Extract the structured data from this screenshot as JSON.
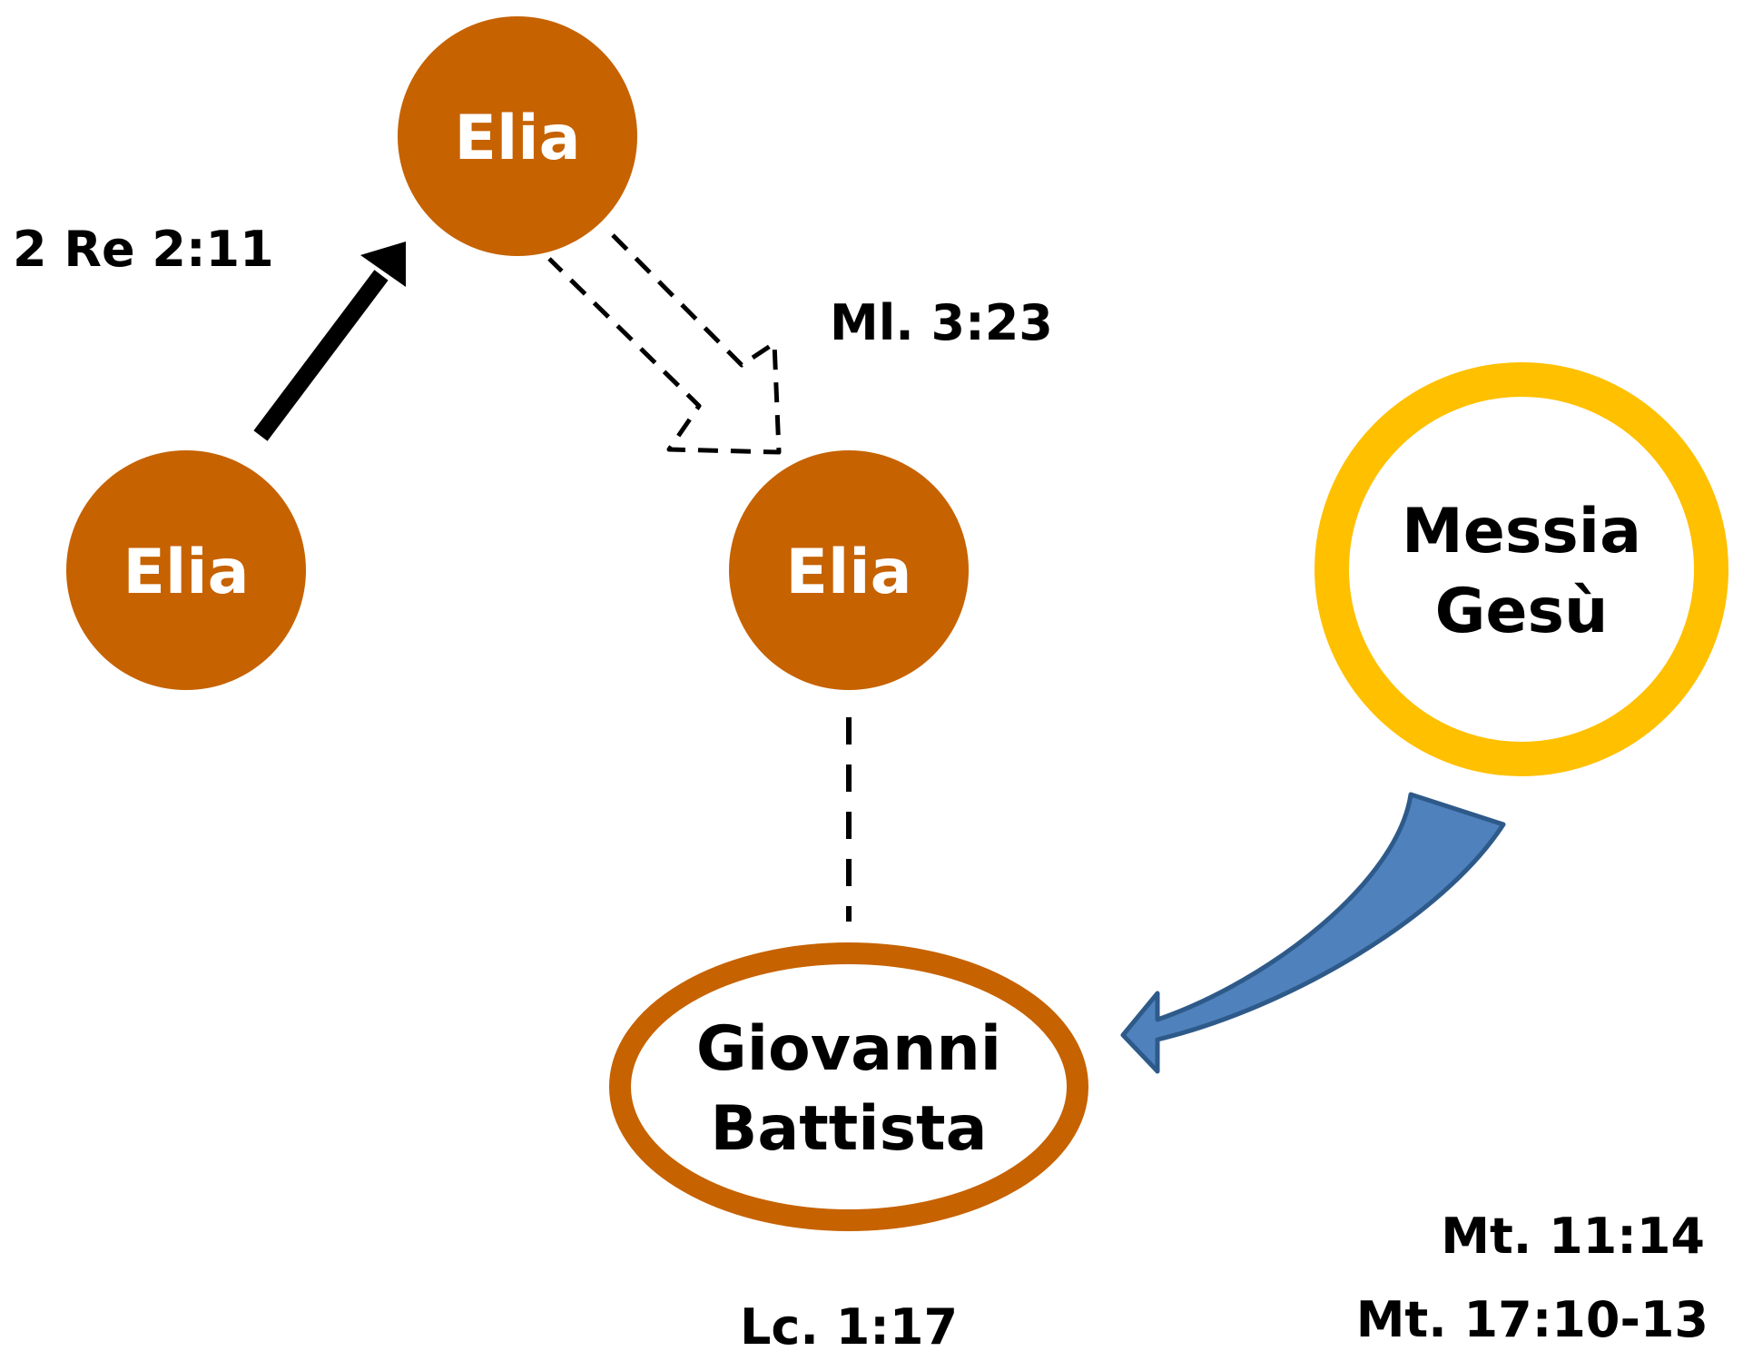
{
  "nodes": {
    "elia_left": "Elia",
    "elia_top": "Elia",
    "elia_right": "Elia",
    "messia_line1": "Messia",
    "messia_line2": "Gesù",
    "giovanni_line1": "Giovanni",
    "giovanni_line2": "Battista"
  },
  "references": {
    "re": "2 Re 2:11",
    "ml": "Ml. 3:23",
    "lc": "Lc. 1:17",
    "mt1": "Mt. 11:14",
    "mt2": "Mt. 17:10-13"
  },
  "colors": {
    "elia": "#c66200",
    "messia_ring": "#ffc000",
    "arrow_blue": "#4f81bd",
    "arrow_blue_stroke": "#2e5a8a",
    "text_dark": "#000000",
    "text_light": "#ffffff"
  }
}
